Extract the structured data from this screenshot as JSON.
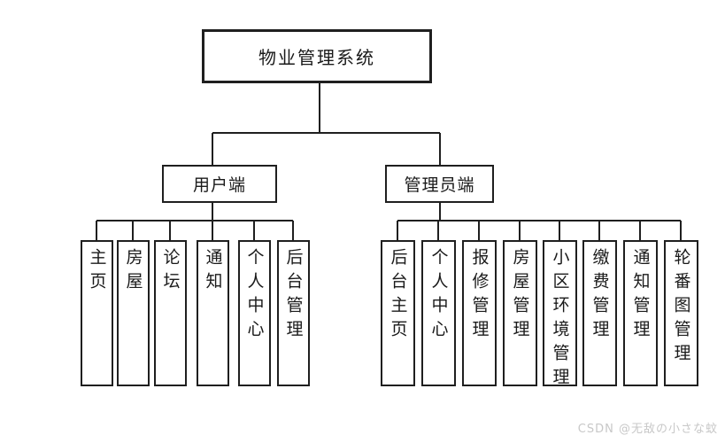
{
  "diagram": {
    "root": {
      "label": "物业管理系统"
    },
    "branches": [
      {
        "label": "用户端",
        "children": [
          "主页",
          "房屋",
          "论坛",
          "通知",
          "个人中心",
          "后台管理"
        ]
      },
      {
        "label": "管理员端",
        "children": [
          "后台主页",
          "个人中心",
          "报修管理",
          "房屋管理",
          "小区环境管理",
          "缴费管理",
          "通知管理",
          "轮番图管理"
        ]
      }
    ]
  },
  "watermark": {
    "text": "CSDN @无敌の小さな蚊"
  },
  "colors": {
    "background": "#ffffff",
    "line": "#1f1f1f",
    "text": "#1a1a1a",
    "watermark": "#c8c8c8"
  }
}
